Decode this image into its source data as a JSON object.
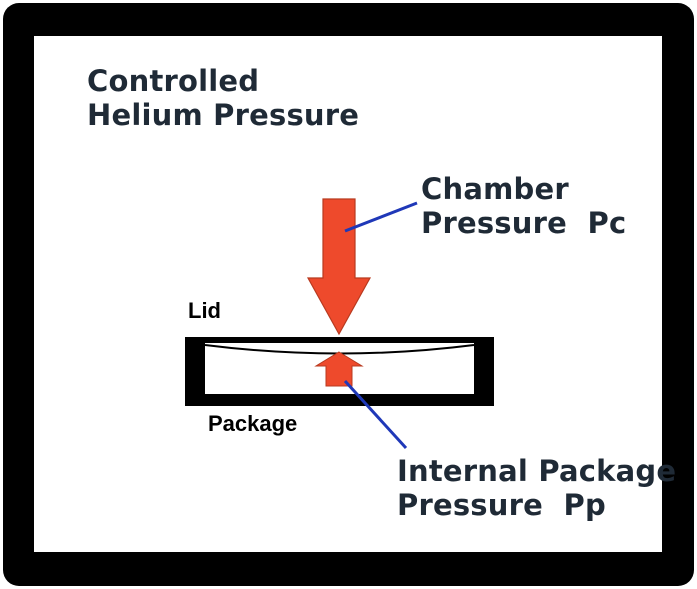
{
  "diagram": {
    "title": {
      "line1": "Controlled",
      "line2": "Helium Pressure"
    },
    "chamber_label": {
      "line1": "Chamber",
      "line2": "Pressure  Pc"
    },
    "internal_label": {
      "line1": "Internal Package",
      "line2": "Pressure  Pp"
    },
    "lid_label": "Lid",
    "package_label": "Package",
    "colors": {
      "frame": "#000000",
      "background": "#ffffff",
      "arrow": "#ee4a2c",
      "arrow_outline": "#b83a1f",
      "leader_line": "#1f38b8",
      "text": "#1f2a36"
    }
  }
}
